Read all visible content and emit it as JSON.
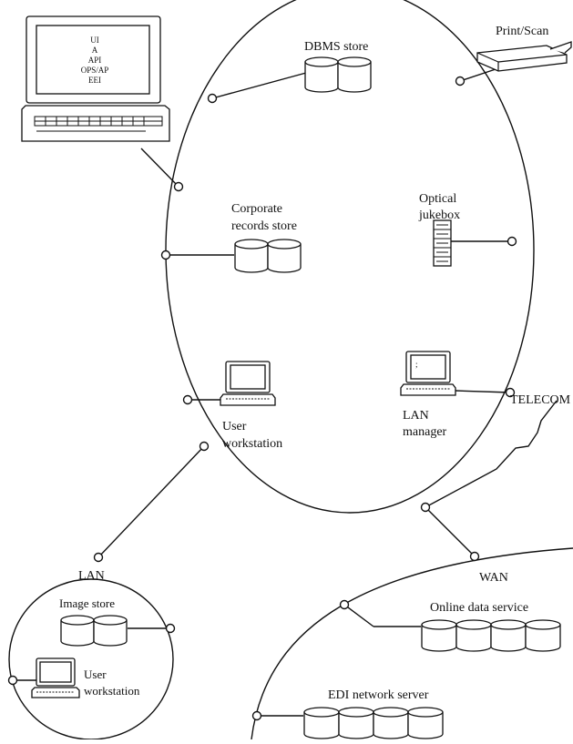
{
  "monitor": {
    "lines": [
      "UI",
      "A",
      "API",
      "OPS/AP",
      "EEI"
    ]
  },
  "labels": {
    "dbms_store": "DBMS store",
    "print_scan": "Print/Scan",
    "corporate_records": [
      "Corporate",
      "records store"
    ],
    "optical_jukebox": [
      "Optical",
      "jukebox"
    ],
    "user_workstation": [
      "User",
      "workstation"
    ],
    "lan_manager": [
      "LAN",
      "manager"
    ],
    "telecom": "TELECOM",
    "lan": "LAN",
    "wan": "WAN",
    "image_store": "Image store",
    "user_workstation_2": [
      "User",
      "workstation"
    ],
    "online_data_service": "Online data service",
    "edi_network_server": "EDI network server"
  }
}
